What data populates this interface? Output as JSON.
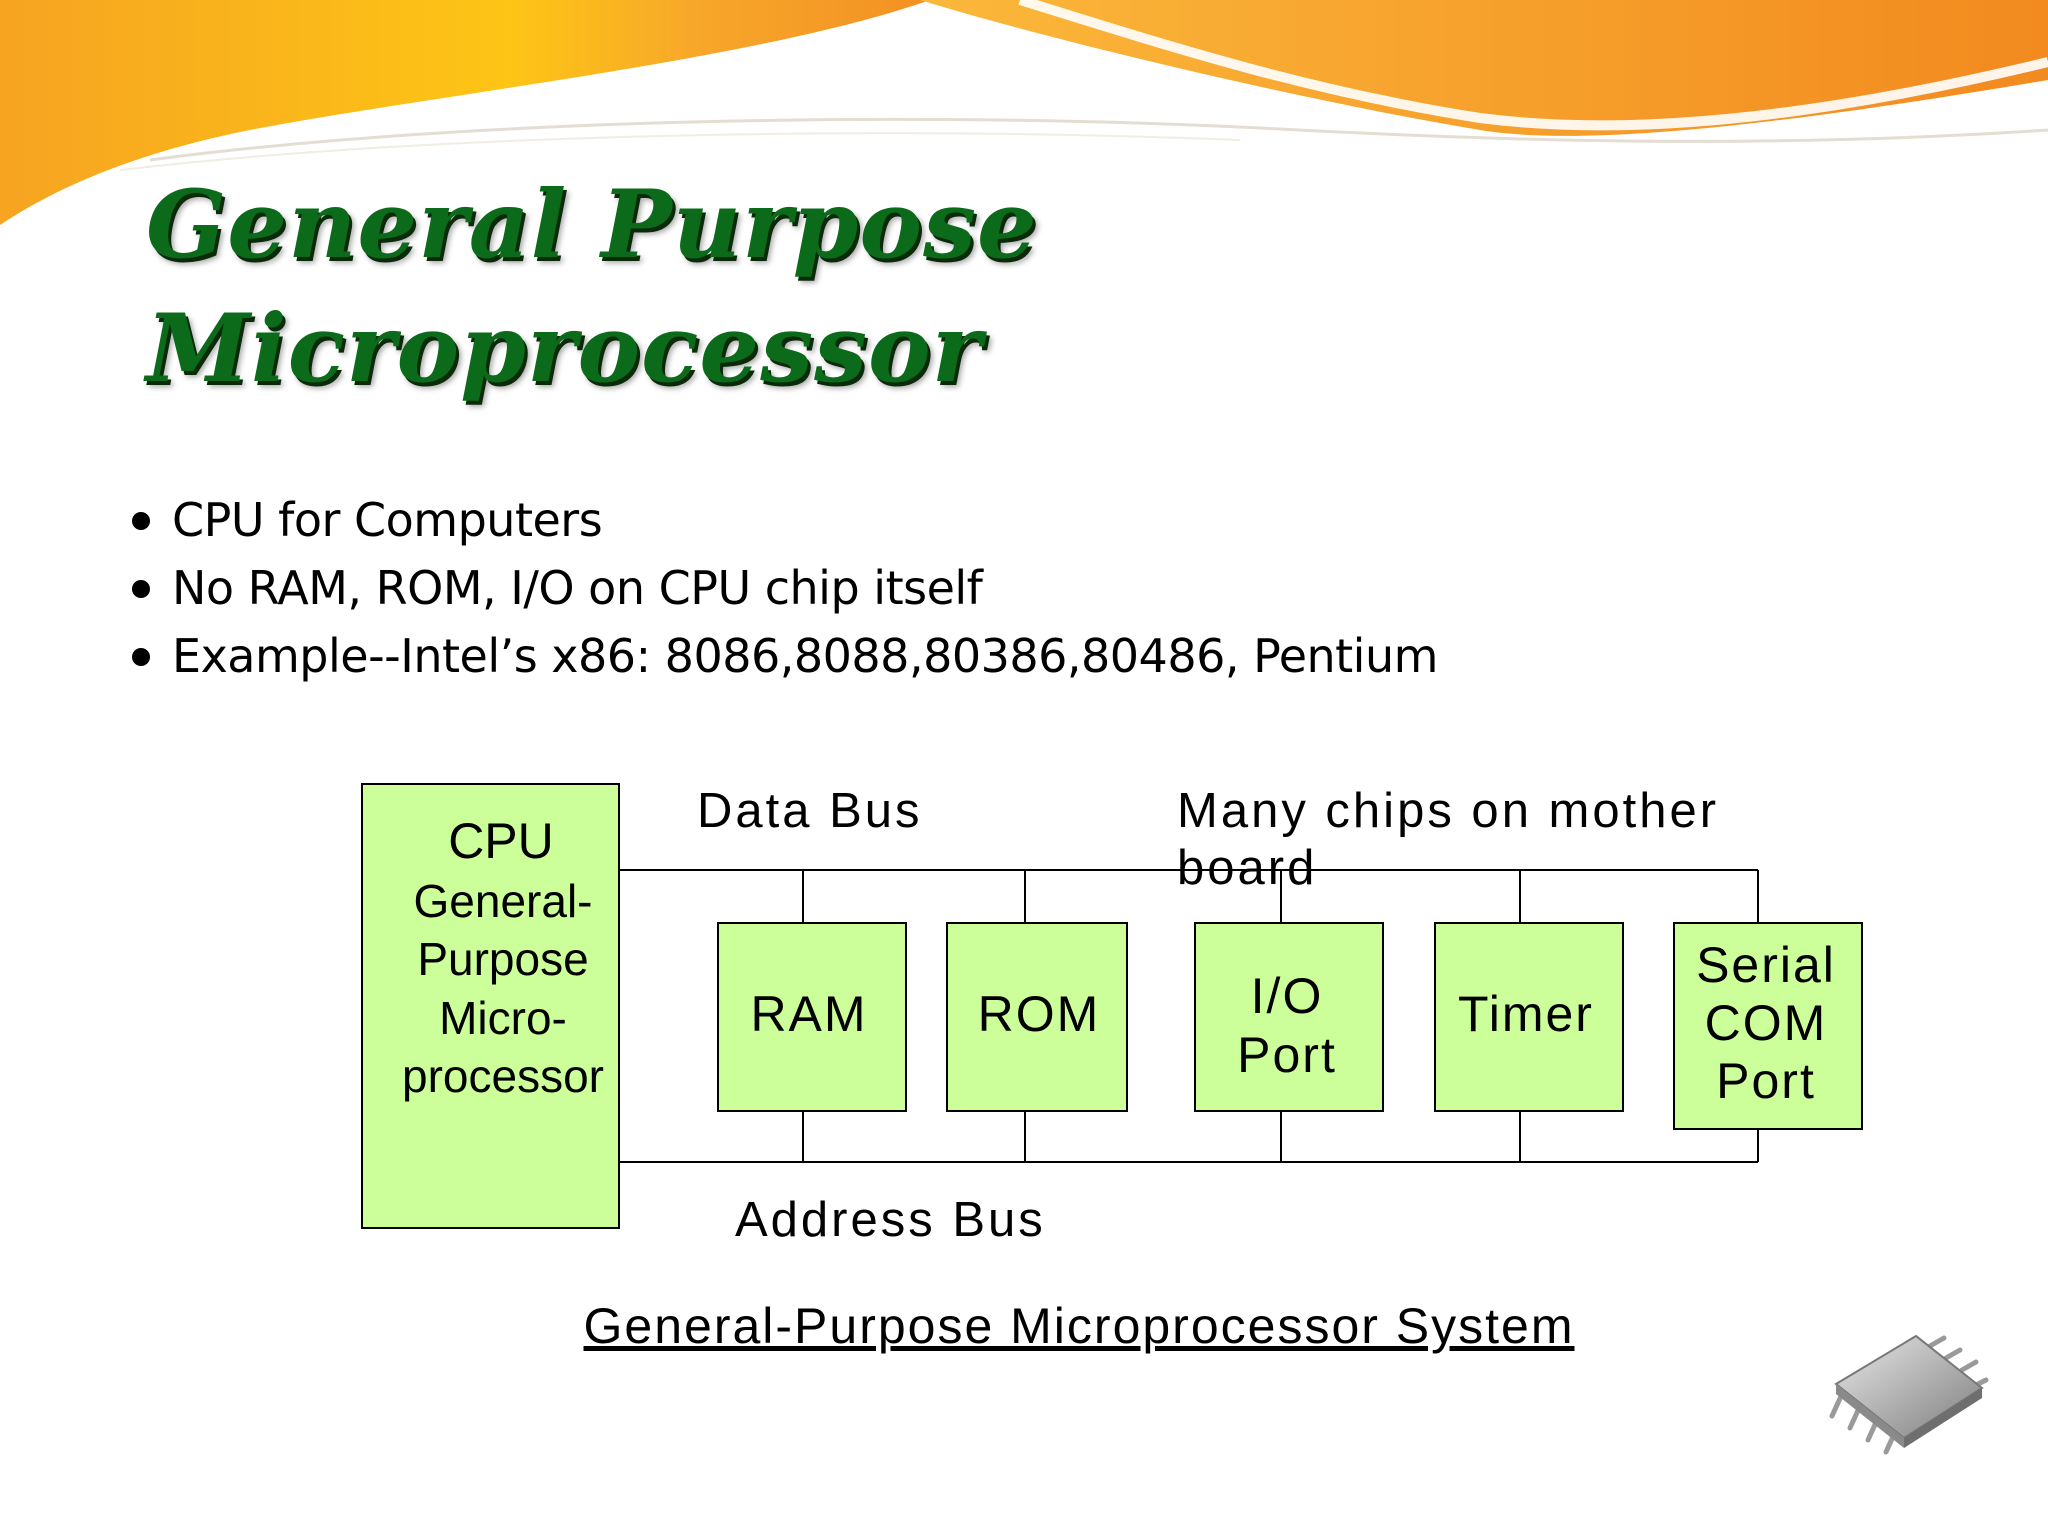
{
  "title": {
    "line1": "General Purpose",
    "line2": "Microprocessor"
  },
  "bullets": [
    "CPU for Computers",
    "No RAM, ROM, I/O on CPU chip itself",
    "Example--Intel’s x86: 8086,8088,80386,80486, Pentium"
  ],
  "diagram": {
    "cpu": {
      "heading": "CPU",
      "lines": [
        "General-",
        "Purpose",
        "Micro-",
        "processor"
      ]
    },
    "data_bus_label": "Data Bus",
    "address_bus_label": "Address Bus",
    "note": {
      "line1": "Many chips on mother",
      "line2": "board"
    },
    "components": [
      {
        "lines": [
          "RAM"
        ]
      },
      {
        "lines": [
          "ROM"
        ]
      },
      {
        "lines": [
          "I/O",
          "Port"
        ]
      },
      {
        "lines": [
          "Timer"
        ]
      },
      {
        "lines": [
          "Serial",
          "COM",
          "Port"
        ]
      }
    ],
    "caption": "General-Purpose Microprocessor System"
  },
  "colors": {
    "title_green": "#0b6b1b",
    "box_fill": "#ccff99",
    "banner_orange": "#f39a1e",
    "banner_yellow": "#ffc20e"
  },
  "icons": [
    "chip-icon"
  ]
}
